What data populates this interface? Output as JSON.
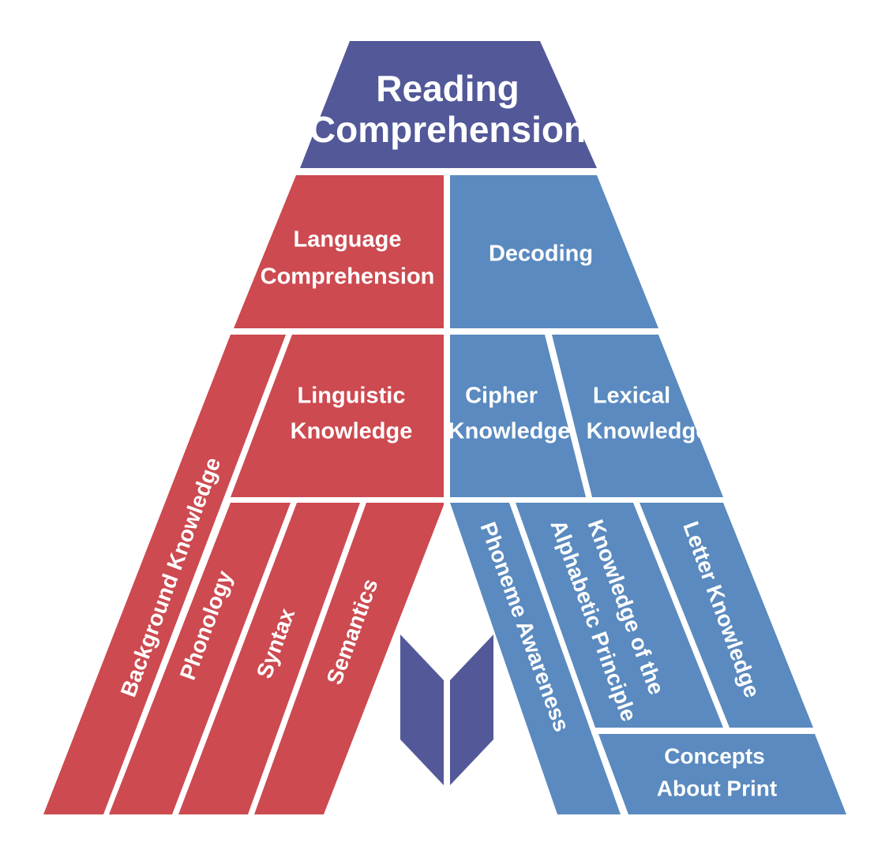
{
  "colors": {
    "top": "#525898",
    "left": "#cc4a50",
    "right": "#5a8abf",
    "book": "#525898",
    "divider": "#ffffff"
  },
  "top": {
    "line1": "Reading",
    "line2": "Comprehension"
  },
  "left": {
    "language": {
      "line1": "Language",
      "line2": "Comprehension"
    },
    "linguistic": {
      "line1": "Linguistic",
      "line2": "Knowledge"
    },
    "background": "Background Knowledge",
    "phonology": "Phonology",
    "syntax": "Syntax",
    "semantics": "Semantics"
  },
  "right": {
    "decoding": "Decoding",
    "cipher": {
      "line1": "Cipher",
      "line2": "Knowledge"
    },
    "lexical": {
      "line1": "Lexical",
      "line2": "Knowledge"
    },
    "phoneme": "Phoneme Awareness",
    "alphabetic": {
      "line1": "Knowledge of the",
      "line2": "Alphabetic Principle"
    },
    "letter": "Letter Knowledge",
    "concepts": {
      "line1": "Concepts",
      "line2": "About Print"
    }
  },
  "book_icon": "book-icon"
}
